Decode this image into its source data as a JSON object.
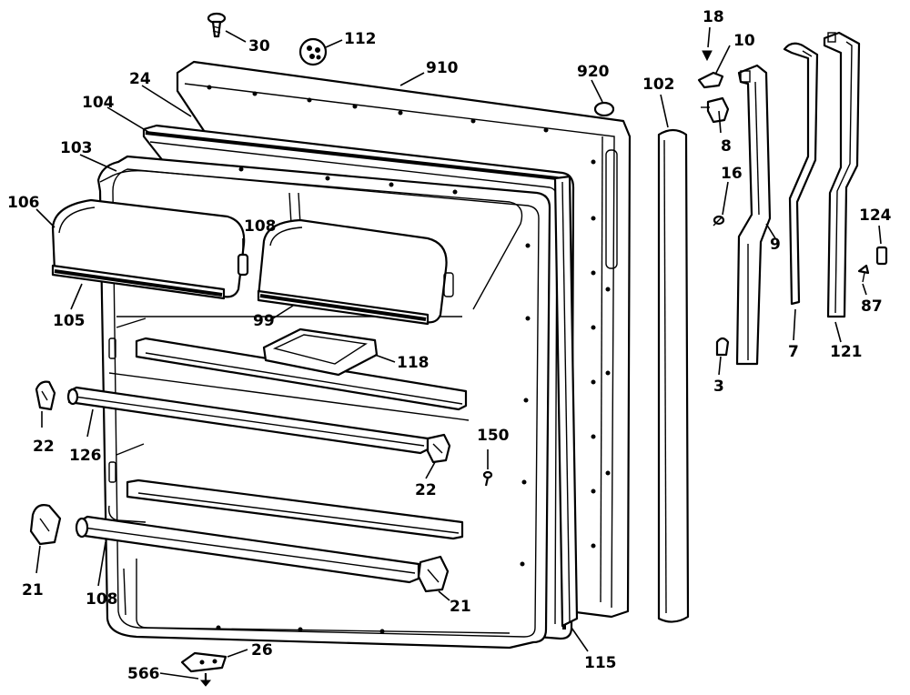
{
  "labels": {
    "l30": "30",
    "l112": "112",
    "l910": "910",
    "l920": "920",
    "l102": "102",
    "l18": "18",
    "l10": "10",
    "l8": "8",
    "l16": "16",
    "l9": "9",
    "l124": "124",
    "l87": "87",
    "l7": "7",
    "l121": "121",
    "l3": "3",
    "l24": "24",
    "l104": "104",
    "l103": "103",
    "l106": "106",
    "l108a": "108",
    "l105": "105",
    "l99": "99",
    "l118": "118",
    "l22a": "22",
    "l126": "126",
    "l150": "150",
    "l22b": "22",
    "l21a": "21",
    "l108b": "108",
    "l21b": "21",
    "l115": "115",
    "l26": "26",
    "l566": "566"
  },
  "colors": {
    "ink": "#000000",
    "paper": "#ffffff"
  }
}
